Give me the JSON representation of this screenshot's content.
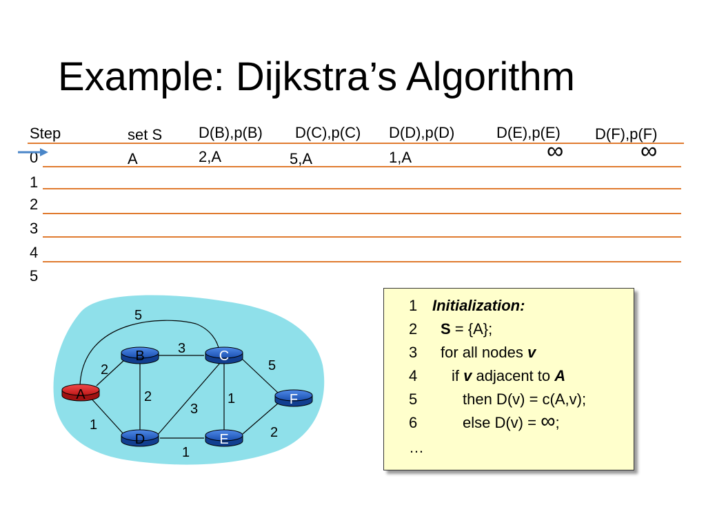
{
  "title": "Example: Dijkstra’s Algorithm",
  "table": {
    "headers": [
      "Step",
      "set S",
      "D(B),p(B)",
      "D(C),p(C)",
      "D(D),p(D)",
      "D(E),p(E)",
      "D(F),p(F)"
    ],
    "steps": [
      "0",
      "1",
      "2",
      "3",
      "4",
      "5"
    ],
    "row0": {
      "set": "A",
      "b": "2,A",
      "c": "5,A",
      "d": "1,A",
      "e": "∞",
      "f": "∞"
    }
  },
  "graph": {
    "nodes": {
      "A": "A",
      "B": "B",
      "C": "C",
      "D": "D",
      "E": "E",
      "F": "F"
    },
    "weights": {
      "AC": "5",
      "BC": "3",
      "AB": "2",
      "CF": "5",
      "BD": "2",
      "CE": "1",
      "CD": "3",
      "AD": "1",
      "EF": "2",
      "DE": "1"
    },
    "colors": {
      "cloud": "#8fe0ea",
      "node": "#1a5fcc",
      "source": "#e02020",
      "rule": "#e07a2e"
    }
  },
  "algorithm": {
    "lines": [
      {
        "num": "1",
        "text": "Initialization:"
      },
      {
        "num": "2",
        "s": "S",
        "rest": " = {A};"
      },
      {
        "num": "3",
        "text": "for all nodes ",
        "v": "v"
      },
      {
        "num": "4",
        "text": "if ",
        "v": "v",
        "mid": " adjacent to ",
        "a": "A"
      },
      {
        "num": "5",
        "text": "then D(v) = c(A,v);"
      },
      {
        "num": "6",
        "text": "else D(v) = ",
        "inf": "∞",
        "end": ";"
      },
      {
        "num": "…"
      }
    ]
  }
}
